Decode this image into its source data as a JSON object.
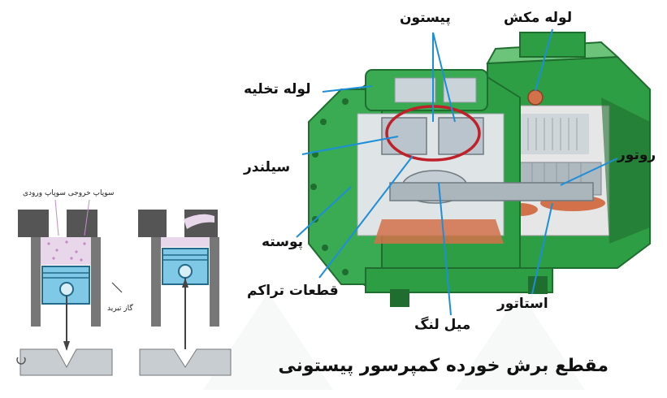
{
  "labels": {
    "piston": "پیستون",
    "suction_pipe": "لوله مکش",
    "discharge_pipe": "لوله تخلیه",
    "cylinder": "سیلندر",
    "rotor": "روتور",
    "shell": "پوسته",
    "compression_parts": "قطعات تراکم",
    "crankshaft": "میل لنگ",
    "stator": "استاتور"
  },
  "caption": "مقطع برش خورده کمپرسور پیستونی",
  "small_labels": {
    "valves": "سوپاپ خروجی سوپاپ ورودی",
    "compressed_gas": "گاز تبرید"
  },
  "colors": {
    "body_green": "#2e9e45",
    "dark_green": "#1f6e2f",
    "light_green": "#6cc47a",
    "copper": "#d2714a",
    "steel": "#b9c4cc",
    "highlight_ring": "#c0202a",
    "leader_line": "#1d8ed8"
  }
}
